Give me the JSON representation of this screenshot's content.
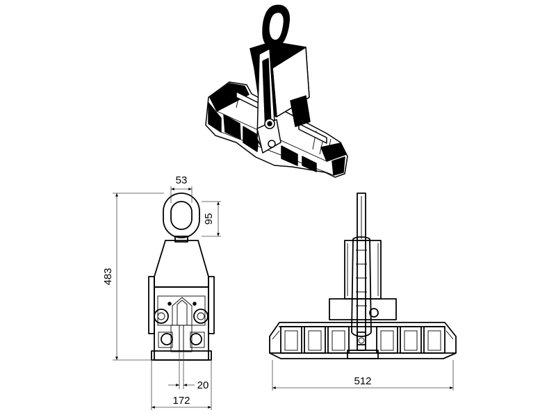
{
  "dimensions": {
    "eye_width": "53",
    "eye_height": "95",
    "total_height": "483",
    "jaw_opening": "20",
    "side_width": "172",
    "front_width": "512"
  }
}
